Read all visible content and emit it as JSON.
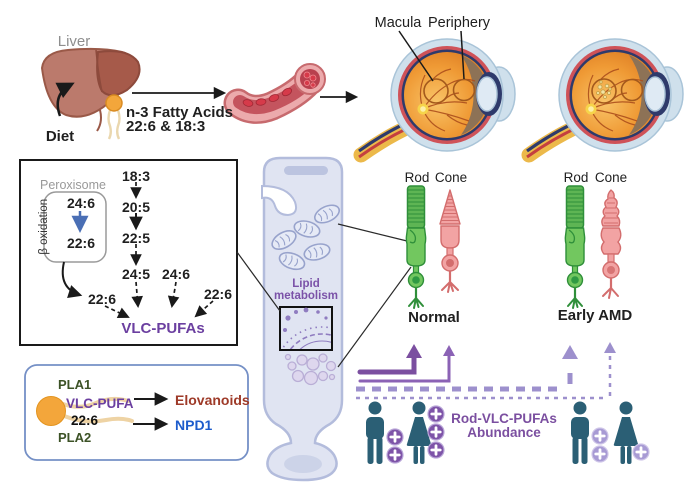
{
  "top": {
    "liver_label": "Liver",
    "diet_label": "Diet",
    "fatty_acids_line1": "n-3 Fatty Acids",
    "fatty_acids_line2": "22:6 & 18:3",
    "macula_label": "Macula",
    "periphery_label": "Periphery"
  },
  "pathway_box": {
    "peroxisome_label": "Peroxisome",
    "beta_oxidation_label": "β oxidation",
    "peroxisome_substrate": "24:6",
    "peroxisome_product": "22:6",
    "chain": [
      "18:3",
      "20:5",
      "22:5",
      "24:5"
    ],
    "side_intermediate": "24:6",
    "left_dha": "22:6",
    "right_dha": "22:6",
    "product_label": "VLC-PUFAs"
  },
  "cell": {
    "label_line1": "Lipid",
    "label_line2": "metabolism"
  },
  "photoreceptors": {
    "normal": {
      "rod_label": "Rod",
      "cone_label": "Cone",
      "caption": "Normal"
    },
    "early_amd": {
      "rod_label": "Rod",
      "cone_label": "Cone",
      "caption": "Early AMD"
    }
  },
  "lipase_box": {
    "pla1_label": "PLA1",
    "vlc_pufa_label": "VLC-PUFA",
    "sn2_label": "22:6",
    "pla2_label": "PLA2",
    "elovanoids_label": "Elovanoids",
    "npd1_label": "NPD1"
  },
  "abundance": {
    "label_line1": "Rod-VLC-PUFAs",
    "label_line2": "Abundance",
    "left_group_plus_counts": {
      "man": 2,
      "woman": 3
    },
    "right_group_plus_counts": {
      "man": 2,
      "woman": 1
    }
  },
  "colors": {
    "purple_accent": "#7b4fa0",
    "lavender": "#9d90cd",
    "vlc_purple": "#6b3fa0",
    "elovanoids_red": "#9e3a28",
    "npd1_blue": "#1d5ccc",
    "pla_green": "#3c5226",
    "person_teal": "#2b5f75",
    "rod_green": "#5eb554",
    "cone_pink": "#f2a3a3",
    "cell_fill": "#e0e4f2",
    "fundus_orange": "#f09a38"
  }
}
